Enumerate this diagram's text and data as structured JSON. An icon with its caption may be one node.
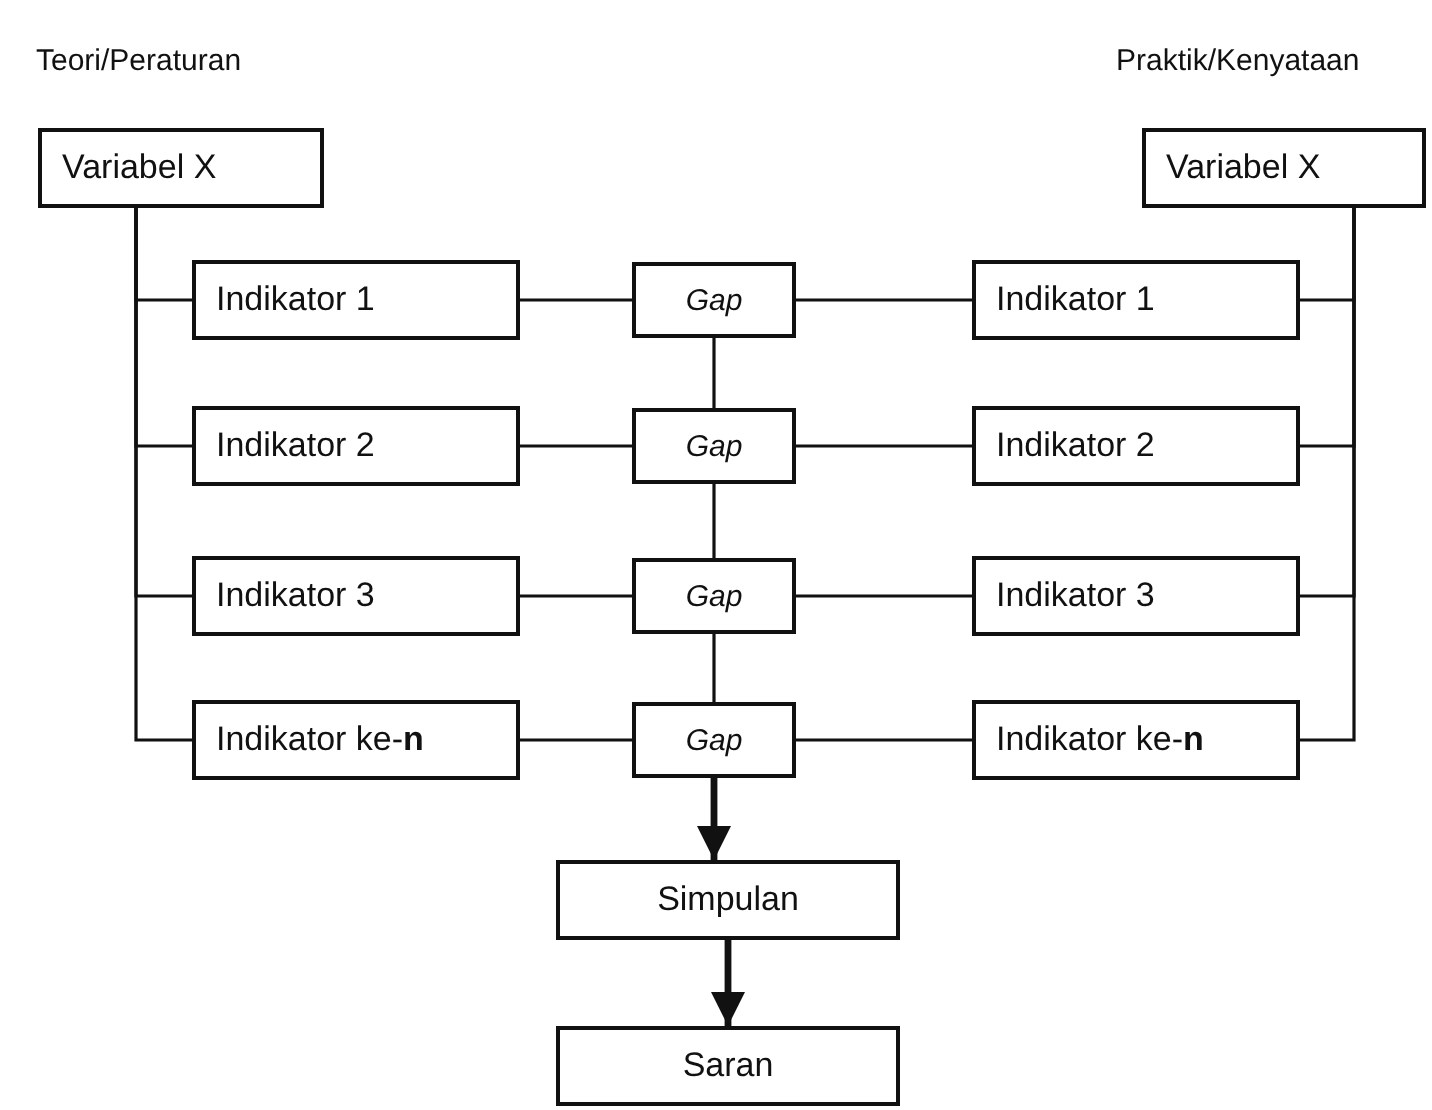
{
  "diagram": {
    "nodes": [
      {
        "text": [
          "Variabel X"
        ]
      },
      {
        "text": [
          "Variabel X"
        ]
      },
      {
        "text": [
          "Indikator 1"
        ]
      },
      {
        "text": [
          "Gap"
        ]
      },
      {
        "text": [
          "Indikator 1"
        ]
      },
      {
        "text": [
          "Indikator 2"
        ]
      },
      {
        "text": [
          "Gap"
        ]
      },
      {
        "text": [
          "Indikator 2"
        ]
      },
      {
        "text": [
          "Indikator 3"
        ]
      },
      {
        "text": [
          "Gap"
        ]
      },
      {
        "text": [
          "Indikator 3"
        ]
      },
      {
        "text": [
          "Indikator ke-**n**"
        ]
      },
      {
        "text": [
          "Gap"
        ]
      },
      {
        "text": [
          "Indikator ke-**n**"
        ]
      },
      {
        "text": [
          "Simpulan"
        ]
      },
      {
        "text": [
          "Saran"
        ]
      }
    ],
    "edges": [
      {
        "from": 0,
        "to": 2,
        "arrow": "none"
      },
      {
        "from": 0,
        "to": 5,
        "arrow": "none"
      },
      {
        "from": 0,
        "to": 8,
        "arrow": "none"
      },
      {
        "from": 0,
        "to": 11,
        "arrow": "none"
      },
      {
        "from": 1,
        "to": 4,
        "arrow": "none"
      },
      {
        "from": 1,
        "to": 7,
        "arrow": "none"
      },
      {
        "from": 1,
        "to": 10,
        "arrow": "none"
      },
      {
        "from": 1,
        "to": 13,
        "arrow": "none"
      },
      {
        "from": 2,
        "to": 3,
        "arrow": "none"
      },
      {
        "from": 3,
        "to": 4,
        "arrow": "none"
      },
      {
        "from": 5,
        "to": 6,
        "arrow": "none"
      },
      {
        "from": 6,
        "to": 7,
        "arrow": "none"
      },
      {
        "from": 8,
        "to": 9,
        "arrow": "none"
      },
      {
        "from": 9,
        "to": 10,
        "arrow": "none"
      },
      {
        "from": 11,
        "to": 12,
        "arrow": "none"
      },
      {
        "from": 12,
        "to": 13,
        "arrow": "none"
      },
      {
        "from": 3,
        "to": 6,
        "arrow": "none"
      },
      {
        "from": 6,
        "to": 9,
        "arrow": "none"
      },
      {
        "from": 9,
        "to": 12,
        "arrow": "none"
      },
      {
        "from": 12,
        "to": 14,
        "arrow": "to",
        "style": "thick"
      },
      {
        "from": 14,
        "to": 15,
        "arrow": "to",
        "style": "thick"
      }
    ],
    "labels": [
      "Teori/Peraturan",
      "Praktik/Kenyataan"
    ]
  }
}
